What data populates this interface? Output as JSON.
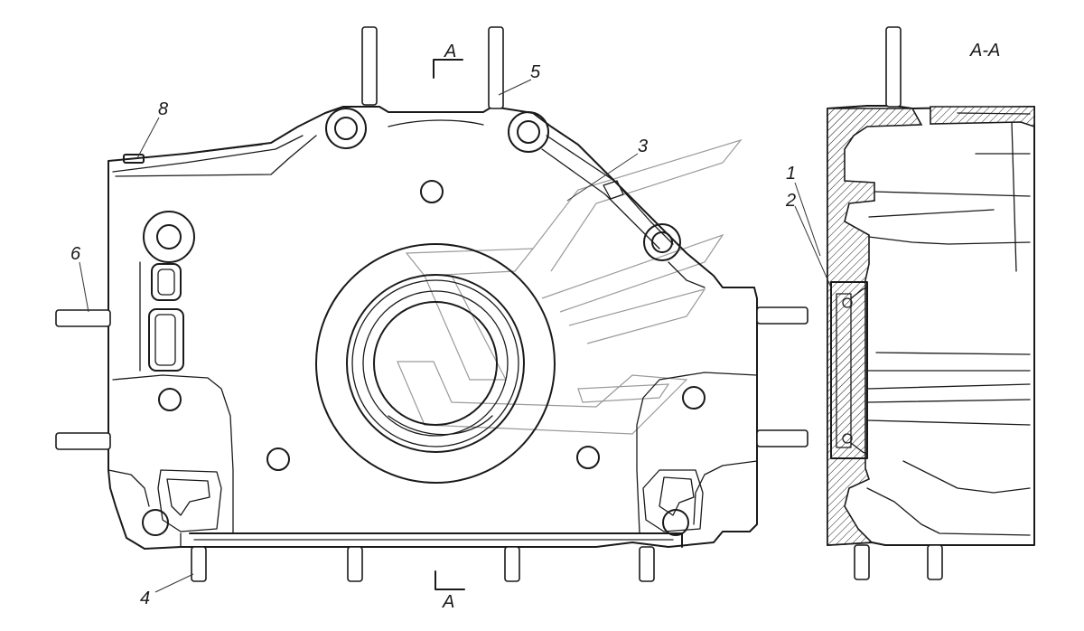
{
  "callouts": {
    "c1": "1",
    "c2": "2",
    "c3": "3",
    "c4": "4",
    "c5": "5",
    "c6": "6",
    "c8": "8"
  },
  "section": {
    "title": "A-A",
    "marker_top": "A",
    "marker_bottom": "A"
  },
  "colors": {
    "line": "#1a1a1a",
    "watermark": "#9a9a9a",
    "background": "#ffffff"
  }
}
